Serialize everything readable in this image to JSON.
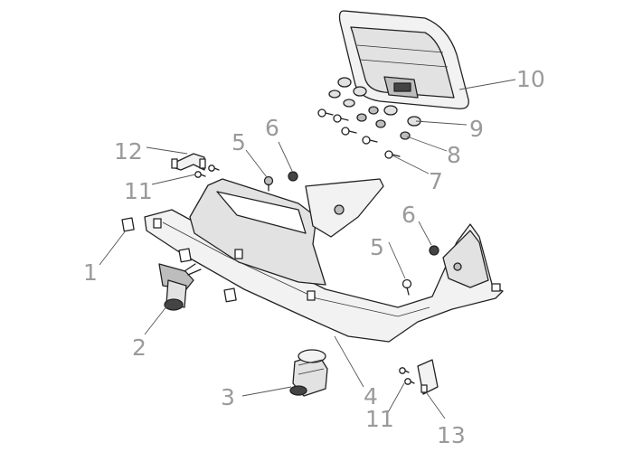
{
  "callouts": {
    "c1": "1",
    "c2": "2",
    "c3": "3",
    "c4": "4",
    "c5a": "5",
    "c5b": "5",
    "c6a": "6",
    "c6b": "6",
    "c7": "7",
    "c8": "8",
    "c9": "9",
    "c10": "10",
    "c11a": "11",
    "c11b": "11",
    "c12": "12",
    "c13": "13"
  },
  "colors": {
    "line": "#222222",
    "callout_text": "#9a9a9a",
    "background": "#ffffff"
  }
}
